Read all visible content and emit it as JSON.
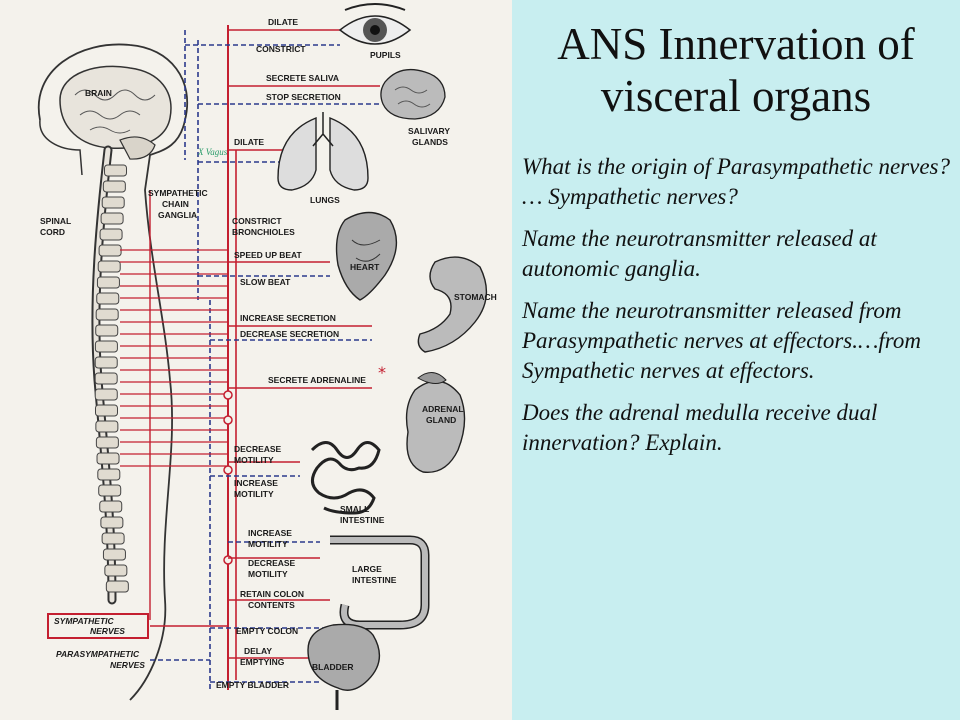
{
  "slide": {
    "title_lines": [
      "ANS Innervation of",
      "visceral organs"
    ],
    "questions": [
      "What is the origin of Parasympathetic nerves? … Sympathetic nerves?",
      "Name the neurotransmitter released at autonomic ganglia.",
      "Name the neurotransmitter released from Parasympathetic nerves at effectors.…from Sympathetic nerves at effectors.",
      "Does the adrenal medulla receive dual innervation? Explain."
    ]
  },
  "diagram": {
    "colors": {
      "sympathetic": "#c41f30",
      "parasympathetic": "#2b3a8c",
      "vagus": "#2a9c6a"
    },
    "labels": {
      "brain": "BRAIN",
      "spinal_cord": [
        "SPINAL",
        "CORD"
      ],
      "chain": [
        "SYMPATHETIC",
        "CHAIN",
        "GANGLIA"
      ],
      "vagus": "X Vagus",
      "sympathetic_nerves": [
        "SYMPATHETIC",
        "NERVES"
      ],
      "parasympathetic_nerves": [
        "PARASYMPATHETIC",
        "NERVES"
      ]
    },
    "organs": {
      "pupils": "PUPILS",
      "salivary": [
        "SALIVARY",
        "GLANDS"
      ],
      "lungs": "LUNGS",
      "heart": "HEART",
      "stomach": "STOMACH",
      "adrenal": [
        "ADRENAL",
        "GLAND"
      ],
      "small_intestine": [
        "SMALL",
        "INTESTINE"
      ],
      "large_intestine": [
        "LARGE",
        "INTESTINE"
      ],
      "bladder": "BLADDER"
    },
    "effects": {
      "dilate_pupil": "DILATE",
      "constrict_pupil": "CONSTRICT",
      "secrete_saliva": "SECRETE SALIVA",
      "stop_secretion": "STOP SECRETION",
      "dilate_bronch": "DILATE",
      "constrict_bronch": [
        "CONSTRICT",
        "BRONCHIOLES"
      ],
      "speed_up_beat": "SPEED UP BEAT",
      "slow_beat": "SLOW BEAT",
      "increase_secretion": "INCREASE SECRETION",
      "decrease_secretion": "DECREASE SECRETION",
      "secrete_adrenaline": "SECRETE ADRENALINE",
      "decrease_motility_si": [
        "DECREASE",
        "MOTILITY"
      ],
      "increase_motility_si": [
        "INCREASE",
        "MOTILITY"
      ],
      "increase_motility_li": [
        "INCREASE",
        "MOTILITY"
      ],
      "decrease_motility_li": [
        "DECREASE",
        "MOTILITY"
      ],
      "retain_colon": [
        "RETAIN COLON",
        "CONTENTS"
      ],
      "empty_colon": "EMPTY COLON",
      "delay_emptying": [
        "DELAY",
        "EMPTYING"
      ],
      "empty_bladder": "EMPTY BLADDER"
    }
  }
}
